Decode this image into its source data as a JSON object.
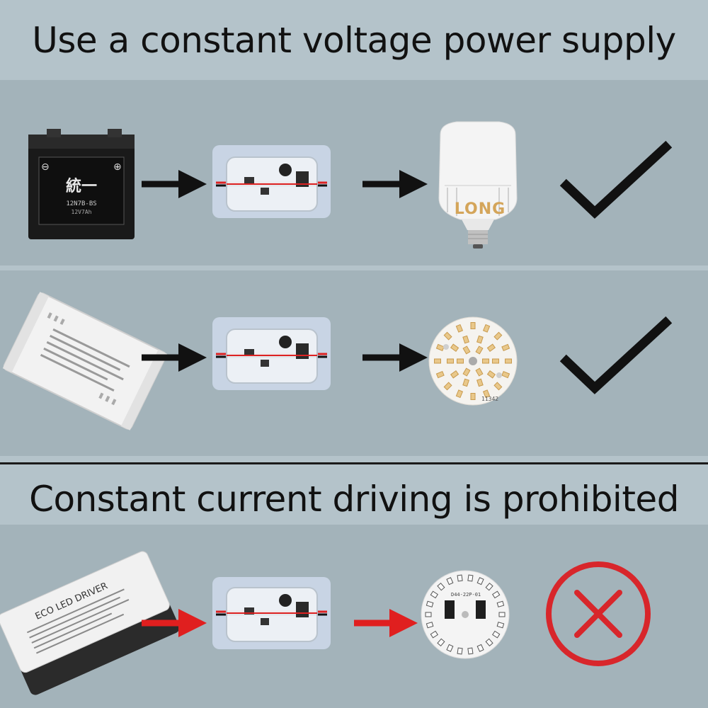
{
  "headings": {
    "supply": "Use a constant voltage power supply",
    "prohibited": "Constant current driving is prohibited"
  },
  "rows": [
    {
      "source": "battery",
      "module": "controller-module",
      "load": "led-bulb",
      "result": "allowed",
      "arrow_color": "#111111"
    },
    {
      "source": "led-power-supply",
      "module": "controller-module",
      "load": "led-board-warm",
      "result": "allowed",
      "arrow_color": "#111111"
    },
    {
      "source": "eco-led-driver",
      "module": "controller-module",
      "load": "led-board-cool",
      "result": "prohibited",
      "arrow_color": "#e01f1f"
    }
  ],
  "product_labels": {
    "bulb_brand": "LONG",
    "battery_model": "12N7B-BS",
    "battery_brand": "統一",
    "battery_spec": "12V7Ah",
    "driver_label": "ECO LED DRIVER",
    "board_code_warm": "11342",
    "board_code_cool": "D44-22P-01"
  },
  "colors": {
    "background": "#b4c3ca",
    "band": "#a3b3ba",
    "check": "#111111",
    "cross": "#d8262b",
    "red_arrow": "#e01f1f"
  }
}
